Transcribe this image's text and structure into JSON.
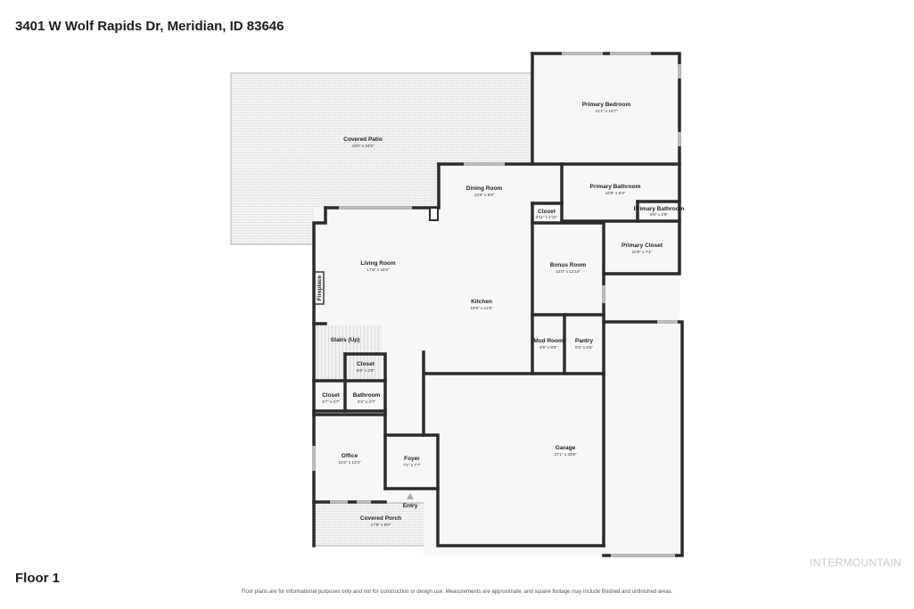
{
  "header": {
    "address": "3401 W Wolf Rapids Dr, Meridian, ID 83646"
  },
  "footer": {
    "floor_label": "Floor 1",
    "disclaimer": "Floor plans are for informational purposes only and not for construction or design use. Measurements are approximate, and square footage may include finished and unfinished areas.",
    "watermark": "INTERMOUNTAIN"
  },
  "rooms": {
    "covered_patio": {
      "name": "Covered Patio",
      "dims": "43'6\" x 24'6\""
    },
    "primary_bedroom": {
      "name": "Primary Bedroom",
      "dims": "21'1\" x 15'7\""
    },
    "dining_room": {
      "name": "Dining Room",
      "dims": "13'3\" x 8'8\""
    },
    "primary_bathroom": {
      "name": "Primary Bathroom",
      "dims": "16'9\" x 8'3\""
    },
    "primary_bathroom_2": {
      "name": "Primary Bathroom",
      "dims": "5'9\" x 2'9\""
    },
    "closet_dining": {
      "name": "Closet",
      "dims": "3'11\" x 1'11\""
    },
    "primary_closet": {
      "name": "Primary Closet",
      "dims": "10'8\" x 7'1\""
    },
    "living_room": {
      "name": "Living Room",
      "dims": "17'8\" x 16'5\""
    },
    "bonus_room": {
      "name": "Bonus Room",
      "dims": "10'0\" x 12'10\""
    },
    "fireplace": {
      "name": "Fireplace"
    },
    "kitchen": {
      "name": "Kitchen",
      "dims": "15'5\" x 21'9\""
    },
    "stairs": {
      "name": "Stairs (Up)"
    },
    "mud_room": {
      "name": "Mud Room",
      "dims": "4'5\" x 8'6\""
    },
    "pantry": {
      "name": "Pantry",
      "dims": "5'3\" x 8'6\""
    },
    "closet_hall": {
      "name": "Closet",
      "dims": "5'8\" x 3'9\""
    },
    "closet_small": {
      "name": "Closet",
      "dims": "4'7\" x 4'7\""
    },
    "bathroom": {
      "name": "Bathroom",
      "dims": "5'2\" x 4'7\""
    },
    "garage": {
      "name": "Garage",
      "dims": "37'1\" x 33'6\""
    },
    "office": {
      "name": "Office",
      "dims": "10'2\" x 12'3\""
    },
    "foyer": {
      "name": "Foyer",
      "dims": "7'1\" x 7'7\""
    },
    "entry": {
      "name": "Entry"
    },
    "covered_porch": {
      "name": "Covered Porch",
      "dims": "17'9\" x 8'0\""
    }
  }
}
